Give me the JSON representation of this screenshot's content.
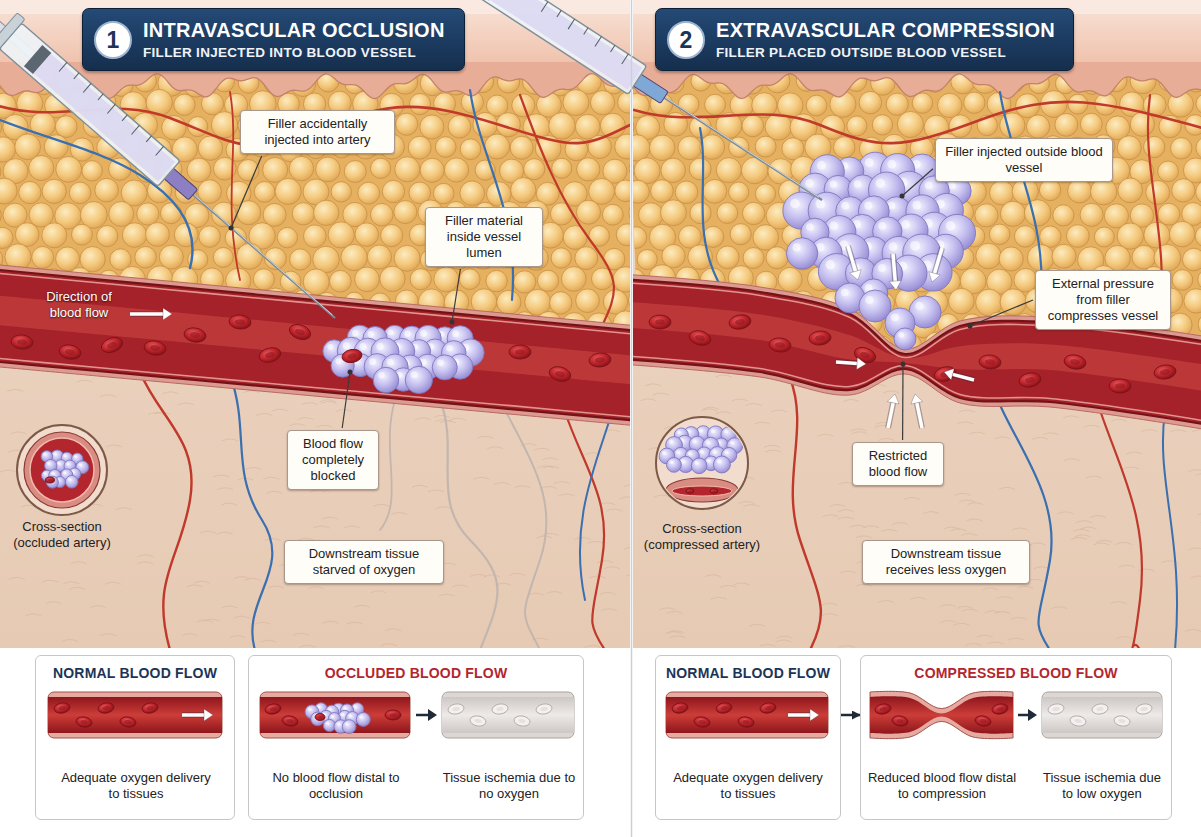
{
  "diagram": {
    "nodes": [
      {
        "text": [
          "INTRAVASCULAR OCCLUSION",
          "FILLER INJECTED INTO BLOOD VESSEL"
        ]
      },
      {
        "text": [
          "1"
        ],
        "in": 0
      },
      {
        "text": [
          "Filler accidentally injected into artery"
        ]
      },
      {
        "text": [
          "Filler material inside vessel lumen"
        ]
      },
      {
        "text": [
          "Blood flow completely blocked"
        ]
      },
      {
        "text": [
          "Downstream tissue starved of oxygen"
        ]
      },
      {
        "text": [
          "NORMAL BLOOD FLOW",
          "Adequate oxygen delivery to tissues"
        ]
      },
      {
        "text": [
          "OCCLUDED BLOOD FLOW",
          "No blood flow distal to occlusion",
          "Tissue ischemia due to no oxygen"
        ]
      },
      {
        "text": [
          "EXTRAVASCULAR COMPRESSION",
          "FILLER PLACED OUTSIDE BLOOD VESSEL"
        ]
      },
      {
        "text": [
          "2"
        ],
        "in": 8
      },
      {
        "text": [
          "Filler injected outside blood vessel"
        ]
      },
      {
        "text": [
          "External pressure from filler compresses vessel"
        ]
      },
      {
        "text": [
          "Restricted blood flow"
        ]
      },
      {
        "text": [
          "Downstream tissue receives less oxygen"
        ]
      },
      {
        "text": [
          "NORMAL BLOOD FLOW",
          "Adequate oxygen delivery to tissues"
        ]
      },
      {
        "text": [
          "COMPRESSED BLOOD FLOW",
          "Reduced blood flow distal to compression",
          "Tissue ischemia due to low oxygen"
        ]
      }
    ],
    "edges": [
      {
        "from": 14,
        "to": 15,
        "arrow": "to"
      }
    ],
    "labels": [
      "Direction of blood flow",
      "Cross-section (occluded artery)",
      "Cross-section (compressed artery)"
    ]
  }
}
